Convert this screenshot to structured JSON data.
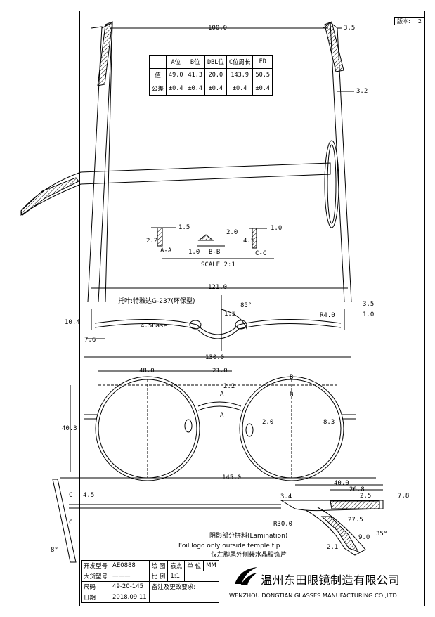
{
  "version": {
    "label": "版本:",
    "value": "2"
  },
  "spec_table": {
    "headers": [
      "",
      "A位",
      "B位",
      "DBL位",
      "C位周长",
      "ED"
    ],
    "rows": [
      {
        "label": "值",
        "values": [
          "49.0",
          "41.3",
          "20.0",
          "143.9",
          "50.5"
        ]
      },
      {
        "label": "公差",
        "values": [
          "±0.4",
          "±0.4",
          "±0.4",
          "±0.4",
          "±0.4"
        ]
      }
    ]
  },
  "top_dims": {
    "overall": "100.0",
    "tip": "3.5",
    "temple": "3.2"
  },
  "sections": {
    "aa_w": "1.5",
    "aa_h": "2.2",
    "aa_label": "A-A",
    "bb_w": "2.0",
    "bb_h": "1.0",
    "bb_label": "B-B",
    "cc_w": "1.0",
    "cc_h": "4.5",
    "cc_label": "C-C",
    "scale": "SCALE 2:1"
  },
  "top_view": {
    "width_inner": "121.0",
    "nose_pad_note": "托叶:特雅达G-237(环保型)",
    "angle": "85°",
    "pad_offset": "1.5",
    "hinge_a": "3.5",
    "radius": "R4.0",
    "hinge_b": "1.0",
    "side_h": "10.4",
    "base": "4.5Base",
    "side_w": "7.6",
    "overall": "130.0"
  },
  "front_view": {
    "lens_w": "48.0",
    "bridge": "21.0",
    "bridge_h": "2.2",
    "lens_h": "40.3",
    "a_label": "A",
    "b_label": "B",
    "pad": "2.0",
    "rim": "8.3"
  },
  "side_view": {
    "length": "145.0",
    "d1": "4.5",
    "c_label": "C",
    "d2": "40.0",
    "d3": "26.8",
    "d4": "2.5",
    "d5": "7.8",
    "d6": "3.4",
    "d7": "27.5",
    "radius": "R30.0",
    "lamination_note": "阴影部分拼料(Lamination)",
    "foil_note": "Foil logo only outside temple tip",
    "foil_note_cn": "仅左脚尾外侧装水晶胶饰片",
    "d8": "2.1",
    "d9": "9.0",
    "angle_tip": "35°",
    "angle_tilt": "8°"
  },
  "title_block": {
    "r1": [
      "开发型号",
      "AE0888",
      "绘 图",
      "袁杰",
      "单 位",
      "MM"
    ],
    "r2": [
      "大货型号",
      "———",
      "比 例",
      "1:1"
    ],
    "r3": [
      "尺码",
      "49-20-145",
      "备注及更改要求:"
    ],
    "r4": [
      "日期",
      "2018.09.11"
    ]
  },
  "company": {
    "cn": "温州东田眼镜制造有限公司",
    "en": "WENZHOU DONGTIAN GLASSES MANUFACTURING CO.,LTD"
  }
}
